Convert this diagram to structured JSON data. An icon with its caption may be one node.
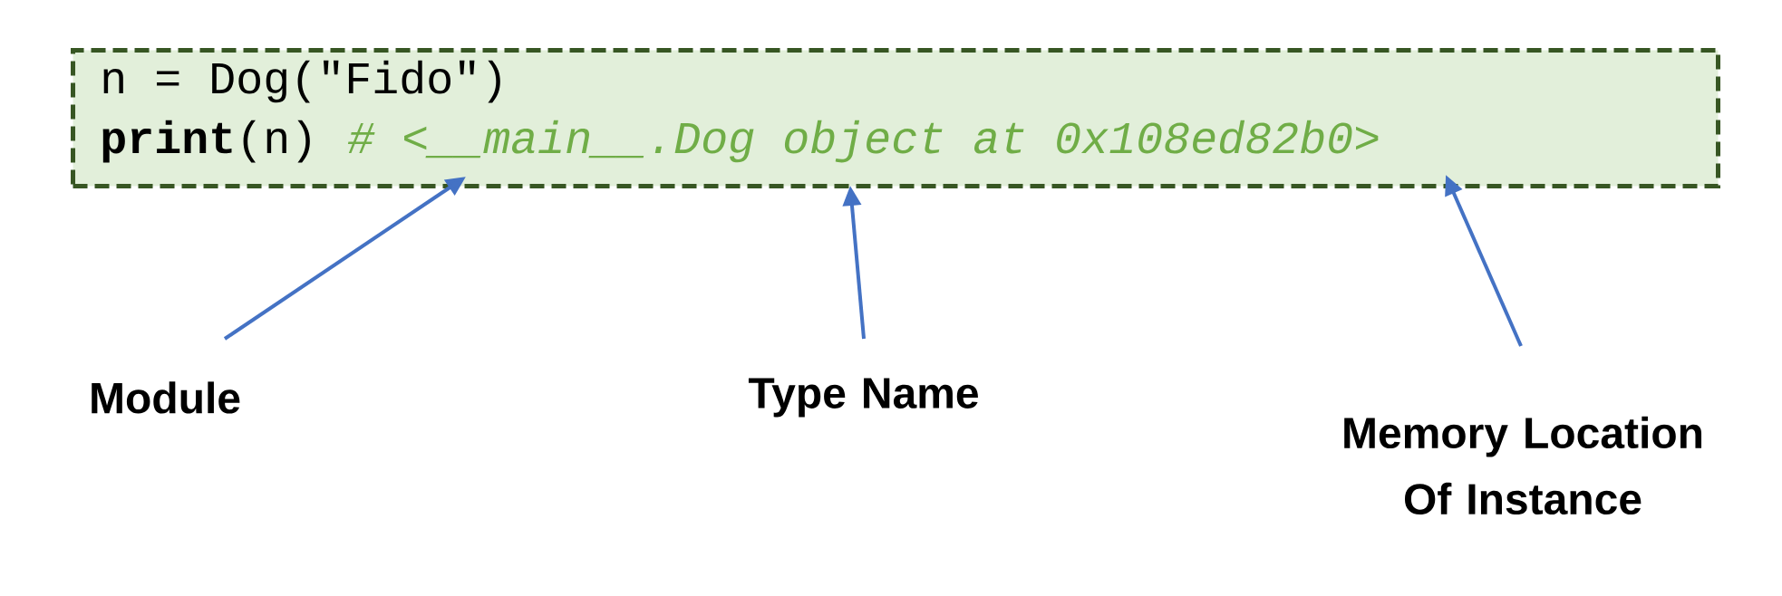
{
  "diagram": {
    "nodes": [
      {
        "text": [
          "n = Dog(\"Fido\")",
          "**print**(n)",
          "# <__main__.Dog object at 0x108ed82b0>"
        ]
      },
      {
        "text": [
          "Module"
        ]
      },
      {
        "text": [
          "Type Name"
        ]
      },
      {
        "text": [
          "Memory Location Of Instance"
        ]
      }
    ],
    "edges": [
      {
        "from": 1,
        "to": 0,
        "arrow": "to"
      },
      {
        "from": 2,
        "to": 0,
        "arrow": "to"
      },
      {
        "from": 3,
        "to": 0,
        "arrow": "to"
      }
    ]
  }
}
